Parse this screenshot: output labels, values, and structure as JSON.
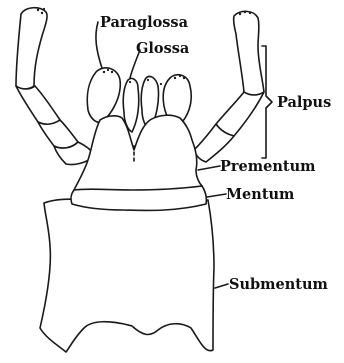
{
  "labels": {
    "paraglossa": "Paraglossa",
    "glossa": "Glossa",
    "palpus": "Palpus",
    "prementum": "Prementum",
    "mentum": "Mentum",
    "submentum": "Submentum"
  }
}
